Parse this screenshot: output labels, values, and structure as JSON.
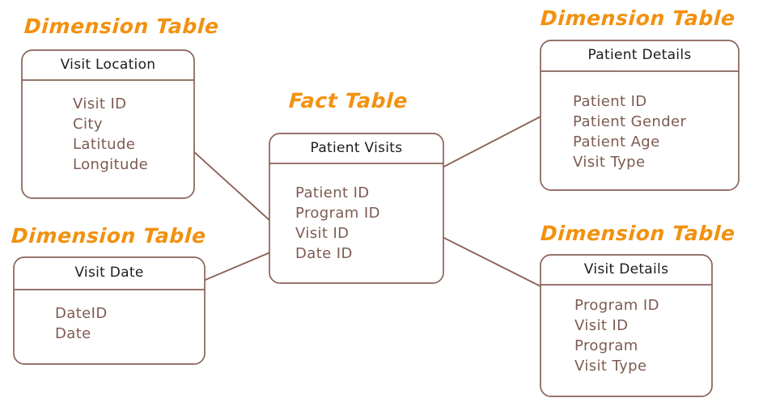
{
  "diagram": {
    "type": "star-schema",
    "title_color": "#f2910f",
    "box_stroke_color": "#8a6258",
    "field_text_color": "#7d5b52",
    "title_text_color": "#1c1c1c"
  },
  "labels": {
    "dimension": "Dimension Table",
    "fact": "Fact Table"
  },
  "tables": {
    "visit_location": {
      "kind_label": "Dimension Table",
      "title": "Visit Location",
      "fields": [
        "Visit ID",
        "City",
        "Latitude",
        "Longitude"
      ]
    },
    "patient_details": {
      "kind_label": "Dimension Table",
      "title": "Patient Details",
      "fields": [
        "Patient ID",
        "Patient Gender",
        "Patient Age",
        "Visit Type"
      ]
    },
    "patient_visits": {
      "kind_label": "Fact Table",
      "title": "Patient Visits",
      "fields": [
        "Patient ID",
        "Program ID",
        "Visit ID",
        "Date ID"
      ]
    },
    "visit_date": {
      "kind_label": "Dimension Table",
      "title": "Visit Date",
      "fields": [
        "DateID",
        "Date"
      ]
    },
    "visit_details": {
      "kind_label": "Dimension Table",
      "title": "Visit Details",
      "fields": [
        "Program ID",
        "Visit ID",
        "Program",
        "Visit Type"
      ]
    }
  },
  "relationships": [
    {
      "name": "visit-location-to-fact",
      "from": "visit_location.Visit ID",
      "to": "patient_visits.Visit ID"
    },
    {
      "name": "visit-date-to-fact",
      "from": "visit_date.DateID",
      "to": "patient_visits.Date ID"
    },
    {
      "name": "fact-to-patient-details",
      "from": "patient_visits.Patient ID",
      "to": "patient_details.Patient ID"
    },
    {
      "name": "fact-to-visit-details",
      "from": "patient_visits.Program ID",
      "to": "visit_details.Program ID"
    }
  ]
}
